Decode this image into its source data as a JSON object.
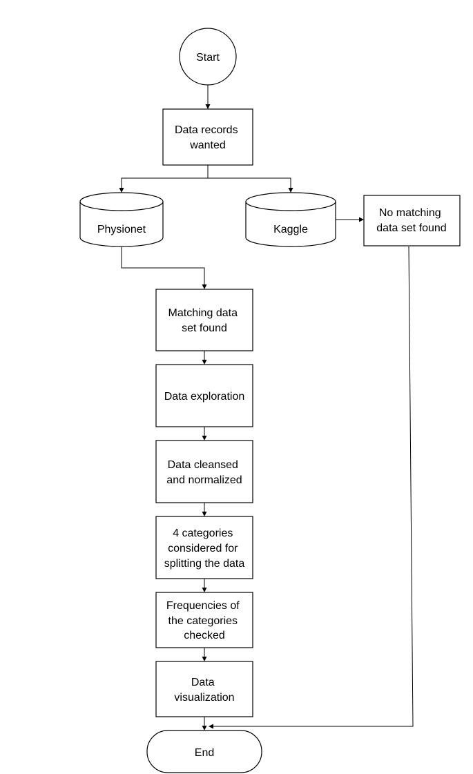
{
  "diagram": {
    "nodes": {
      "start": {
        "lines": [
          "Start"
        ]
      },
      "data_records": {
        "lines": [
          "Data records",
          "wanted"
        ]
      },
      "physionet": {
        "lines": [
          "Physionet"
        ]
      },
      "kaggle": {
        "lines": [
          "Kaggle"
        ]
      },
      "no_match": {
        "lines": [
          "No matching",
          "data set found"
        ]
      },
      "match_found": {
        "lines": [
          "Matching data",
          "set found"
        ]
      },
      "exploration": {
        "lines": [
          "Data exploration"
        ]
      },
      "cleansed": {
        "lines": [
          "Data cleansed",
          "and normalized"
        ]
      },
      "categories": {
        "lines": [
          "4 categories",
          "considered for",
          "splitting the data"
        ]
      },
      "frequencies": {
        "lines": [
          "Frequencies of",
          "the categories",
          "checked"
        ]
      },
      "visualization": {
        "lines": [
          "Data",
          "visualization"
        ]
      },
      "end": {
        "lines": [
          "End"
        ]
      }
    }
  }
}
